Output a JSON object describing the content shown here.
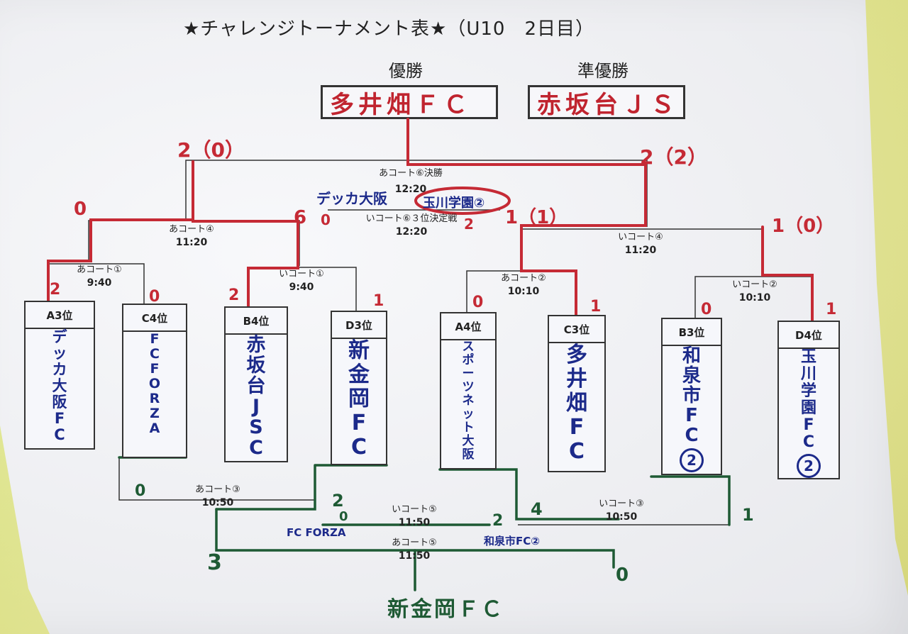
{
  "title": "★チャレンジトーナメント表★（U10　2日目）",
  "results": {
    "winner_label": "優勝",
    "winner": "多井畑ＦＣ",
    "runner_up_label": "準優勝",
    "runner_up": "赤坂台ＪＳＣ"
  },
  "teams": [
    {
      "seed": "A3位",
      "name": [
        "デ",
        "ッ",
        "カ",
        "大",
        "阪",
        "F",
        "C"
      ],
      "score": "2",
      "circle": ""
    },
    {
      "seed": "C4位",
      "name": [
        "F",
        "C",
        "",
        "F",
        "O",
        "R",
        "Z",
        "A"
      ],
      "score": "0",
      "circle": ""
    },
    {
      "seed": "B4位",
      "name": [
        "赤",
        "坂",
        "台",
        "J",
        "S",
        "C"
      ],
      "score": "2",
      "circle": ""
    },
    {
      "seed": "D3位",
      "name": [
        "新",
        "金",
        "岡",
        "F",
        "C"
      ],
      "score": "1",
      "circle": ""
    },
    {
      "seed": "A4位",
      "name": [
        "ス",
        "ポ",
        "ー",
        "ツ",
        "ネ",
        "ッ",
        "ト",
        "大",
        "阪"
      ],
      "score": "0",
      "circle": ""
    },
    {
      "seed": "C3位",
      "name": [
        "多",
        "井",
        "畑",
        "F",
        "C"
      ],
      "score": "1",
      "circle": ""
    },
    {
      "seed": "B3位",
      "name": [
        "和",
        "泉",
        "市",
        "F",
        "C"
      ],
      "score": "0",
      "circle": "2"
    },
    {
      "seed": "D4位",
      "name": [
        "玉",
        "川",
        "学",
        "園",
        "F",
        "C"
      ],
      "score": "1",
      "circle": "2"
    }
  ],
  "courts": {
    "a1": {
      "name": "あコート①",
      "time": "9:40"
    },
    "i1": {
      "name": "いコート①",
      "time": "9:40"
    },
    "a2": {
      "name": "あコート②",
      "time": "10:10"
    },
    "i2": {
      "name": "いコート②",
      "time": "10:10"
    },
    "a4": {
      "name": "あコート④",
      "time": "11:20"
    },
    "i4": {
      "name": "いコート④",
      "time": "11:20"
    },
    "final": {
      "name": "あコート⑥決勝",
      "time": "12:20"
    },
    "third": {
      "name": "いコート⑥３位決定戦",
      "time": "12:20"
    },
    "a3": {
      "name": "あコート③",
      "time": "10:50"
    },
    "i3": {
      "name": "いコート③",
      "time": "10:50"
    },
    "i5": {
      "name": "いコート⑤",
      "time": "11:50"
    },
    "a5": {
      "name": "あコート⑤",
      "time": "11:50"
    }
  },
  "scores": {
    "final_left": "2（0）",
    "final_right": "2（2）",
    "semi_left_outer": "0",
    "semi_left_inner": "6",
    "semi_right_inner": "1（1）",
    "semi_right_outer": "1（0）",
    "third_left": "0",
    "third_right": "2",
    "cons_a3_left": "0",
    "cons_a3_right": "2",
    "cons_i3_left": "4",
    "cons_i3_right": "1",
    "cons_i5_left": "0",
    "cons_i5_right": "2",
    "cons_a5_left": "3",
    "cons_a5_right": "0"
  },
  "handwritten": {
    "third_team_left": "デッカ大阪",
    "third_team_right": "玉川学園②",
    "cons_team_left": "FC FORZA",
    "cons_team_right": "和泉市FC②",
    "cons_winner": "新金岡ＦＣ"
  }
}
